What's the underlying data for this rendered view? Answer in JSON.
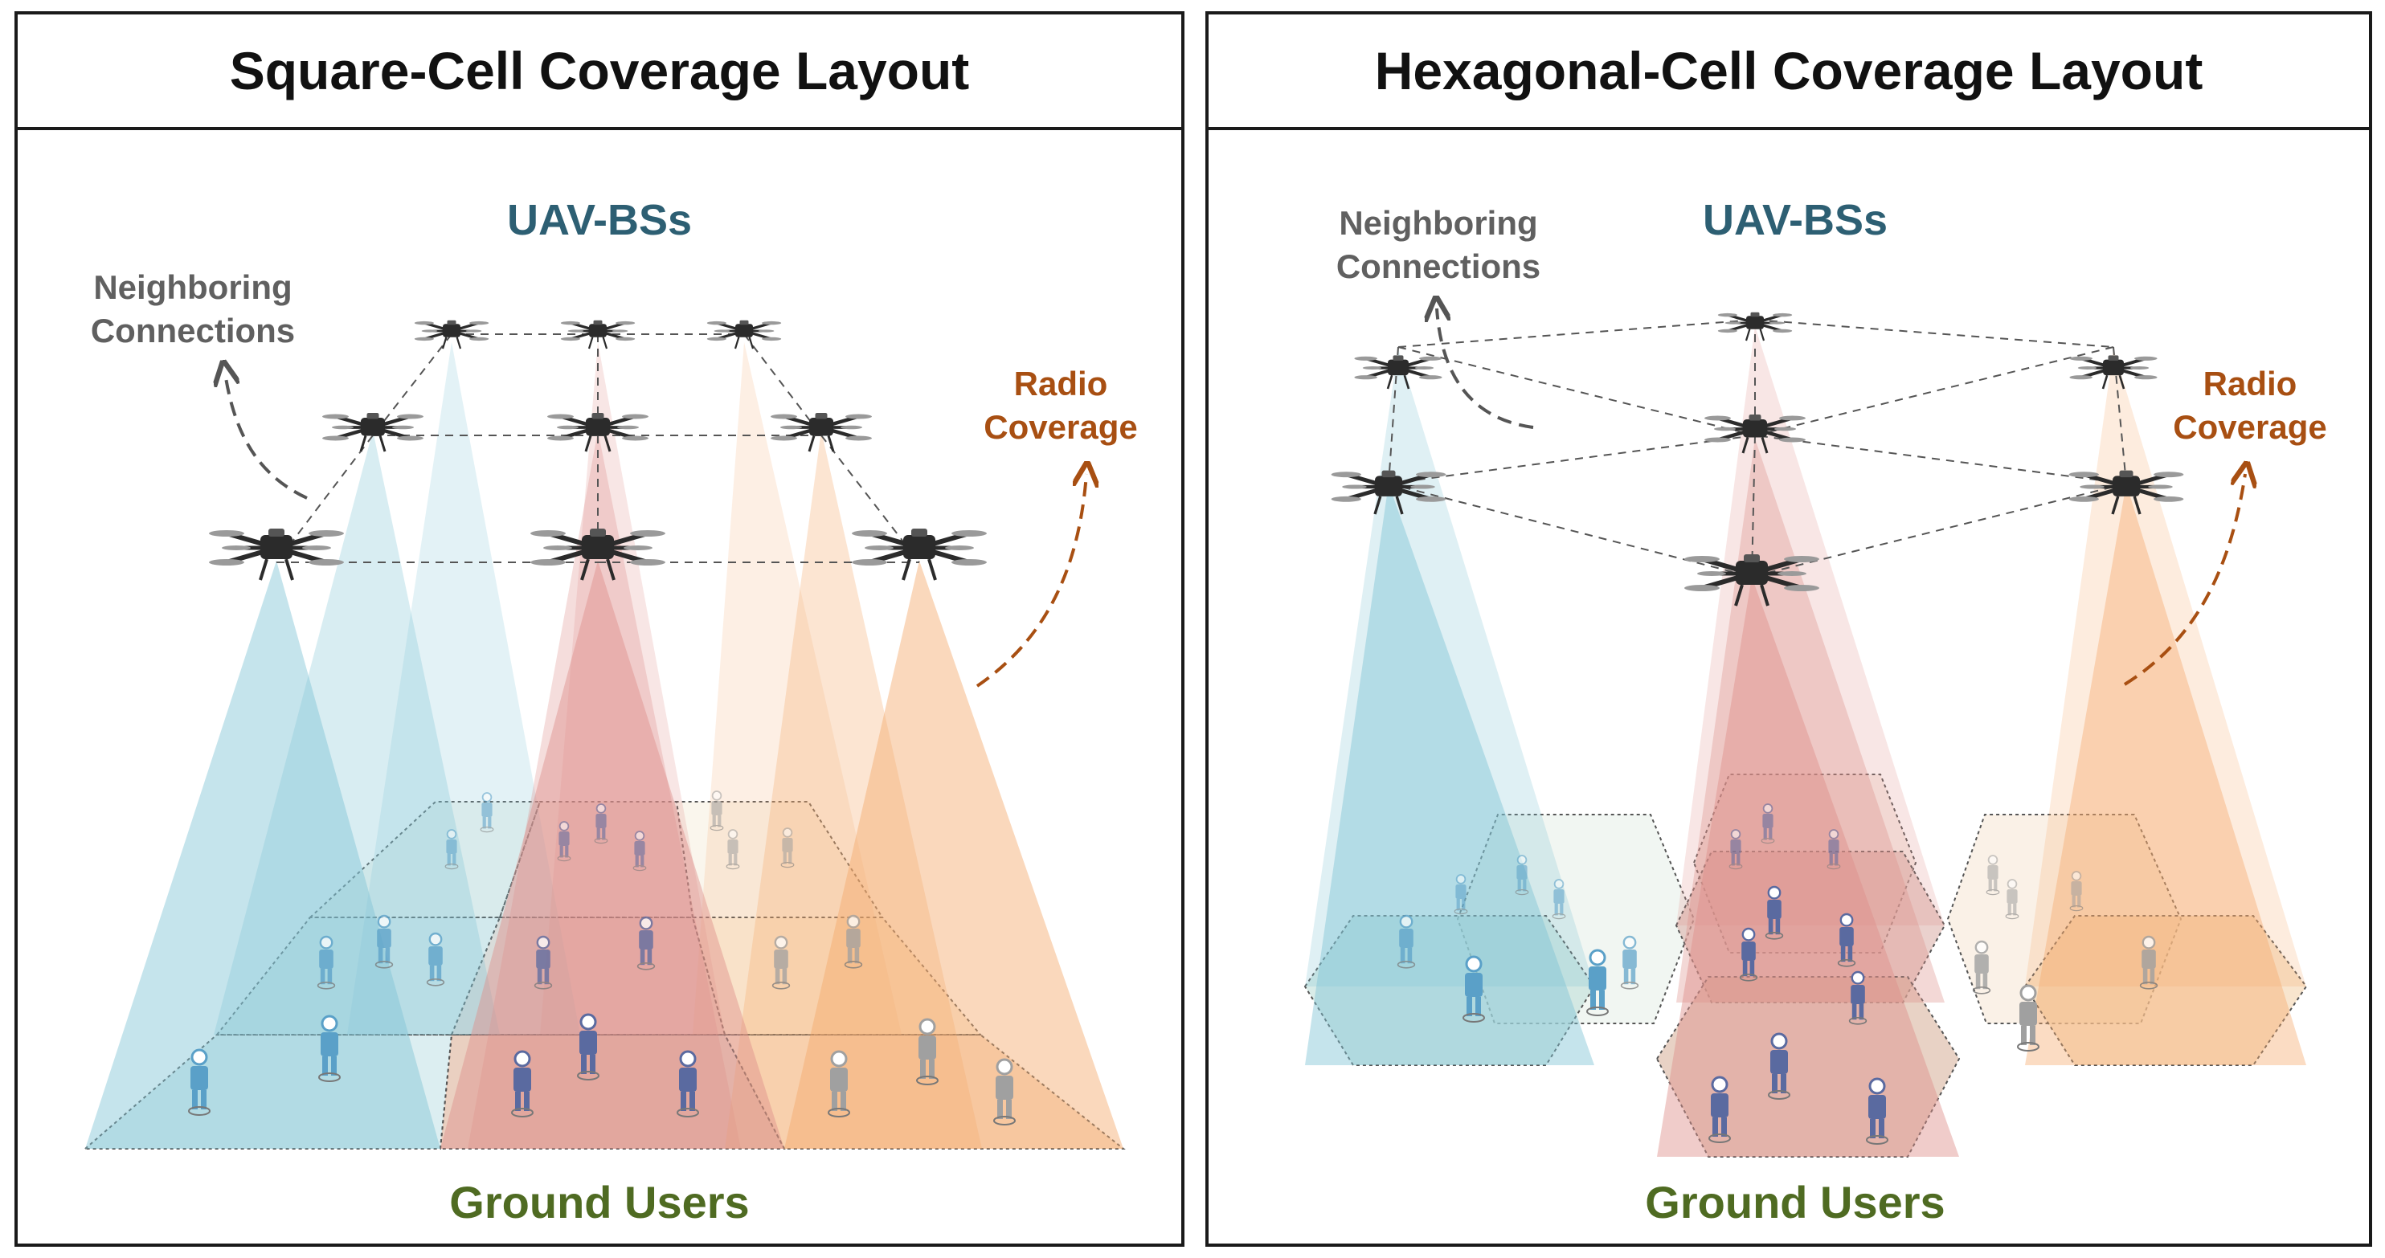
{
  "panels": [
    {
      "title": "Square-Cell Coverage Layout",
      "uav_label": "UAV-BSs",
      "neighbor_label": [
        "Neighboring",
        "Connections"
      ],
      "coverage_label": [
        "Radio",
        "Coverage"
      ],
      "ground_label": "Ground Users"
    },
    {
      "title": "Hexagonal-Cell Coverage Layout",
      "uav_label": "UAV-BSs",
      "neighbor_label": [
        "Neighboring",
        "Connections"
      ],
      "coverage_label": [
        "Radio",
        "Coverage"
      ],
      "ground_label": "Ground Users"
    }
  ],
  "colors": {
    "uav_label": "#2d5f73",
    "neighbor_label": "#606060",
    "coverage_label": "#a84f12",
    "ground_label": "#4f6b22",
    "blue_beam": "#7fc3d4",
    "red_beam": "#de8f8a",
    "orange_beam": "#f5a86a",
    "drone_body": "#2b2b2b",
    "user_blue": "#5aa0c8",
    "user_red": "#5a6aa0",
    "user_grey": "#a0a0a0"
  },
  "icons": [
    "drone-icon",
    "user-icon",
    "arrow-icon"
  ]
}
